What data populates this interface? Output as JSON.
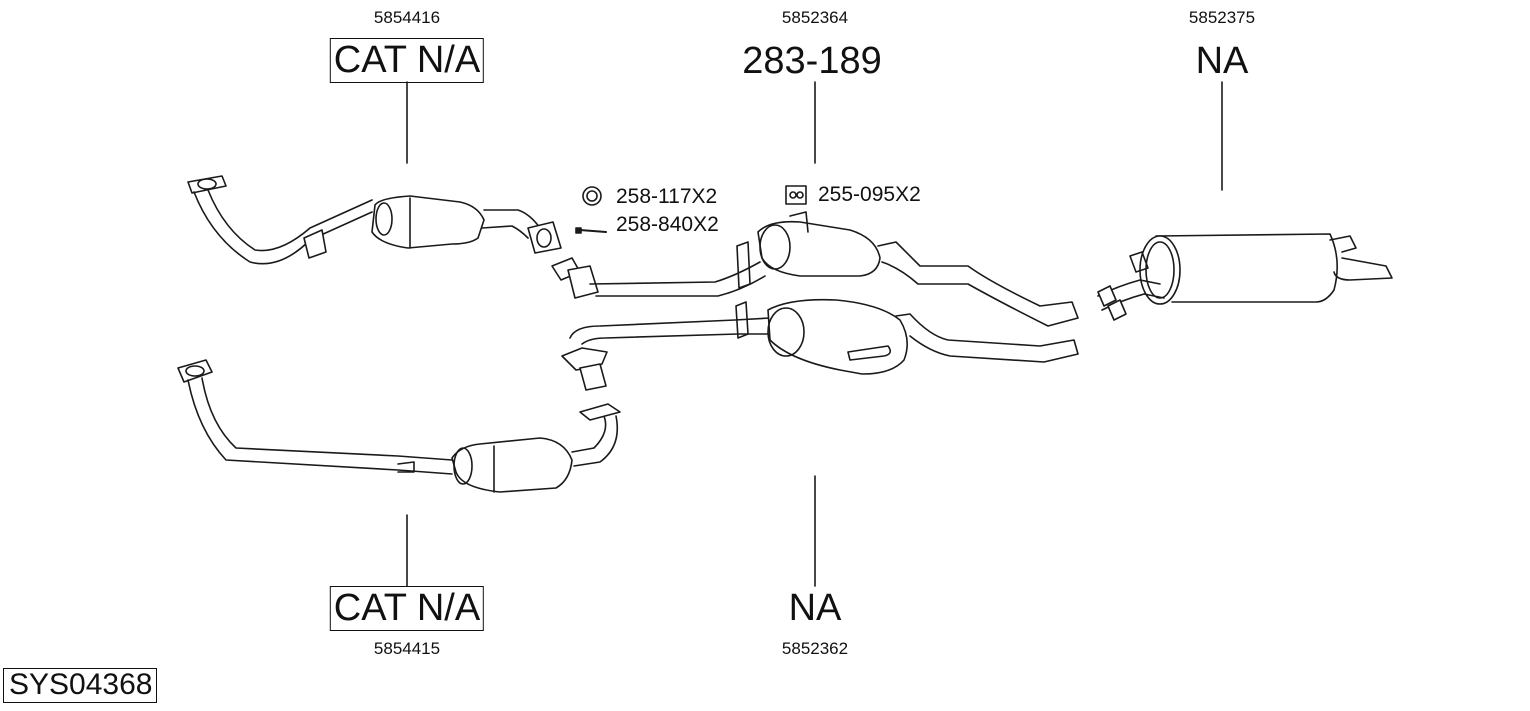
{
  "system_id": "SYS04368",
  "parts": {
    "front_left": {
      "oe_number": "5854416",
      "part_number": "CAT N/A"
    },
    "front_right": {
      "oe_number": "5854415",
      "part_number": "CAT N/A"
    },
    "middle_upper": {
      "oe_number": "5852364",
      "part_number": "283-189"
    },
    "middle_lower": {
      "oe_number": "5852362",
      "part_number": "NA"
    },
    "rear": {
      "oe_number": "5852375",
      "part_number": "NA"
    }
  },
  "hardware": [
    {
      "label": "258-117X2",
      "icon": "gasket-ring-icon"
    },
    {
      "label": "258-840X2",
      "icon": "bolt-icon"
    },
    {
      "label": "255-095X2",
      "icon": "rubber-mount-icon"
    }
  ]
}
